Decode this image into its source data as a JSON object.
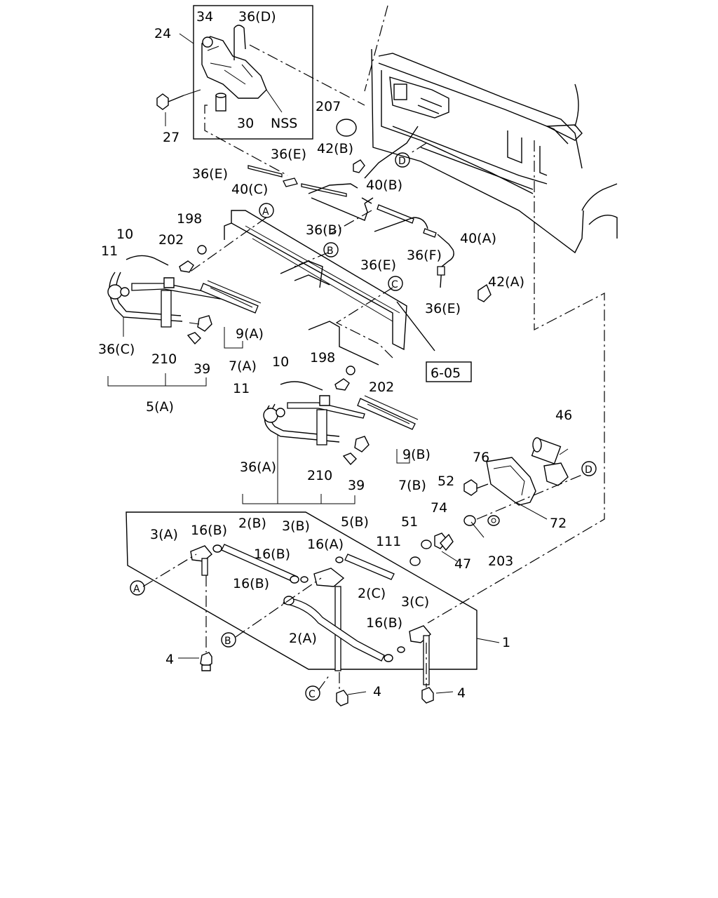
{
  "callouts": {
    "c24": "24",
    "c34": "34",
    "c36d": "36(D)",
    "c27": "27",
    "c30": "30",
    "cnss": "NSS",
    "c207": "207",
    "c36e1": "36(E)",
    "c42b": "42(B)",
    "c36e2": "36(E)",
    "c40c": "40(C)",
    "c40b": "40(B)",
    "cd1": "D",
    "c198a": "198",
    "ca1": "A",
    "c10a": "10",
    "c202a": "202",
    "c11a": "11",
    "c36b": "36(B)",
    "cb1": "B",
    "c36e3": "36(E)",
    "c36f": "36(F)",
    "c40a": "40(A)",
    "c42a": "42(A)",
    "cc1": "C",
    "c36e4": "36(E)",
    "c36c": "36(C)",
    "c9a": "9(A)",
    "c210a": "210",
    "c39a": "39",
    "c7a": "7(A)",
    "c5a": "5(A)",
    "c605": "6-05",
    "c198b": "198",
    "c10b": "10",
    "c202b": "202",
    "c11b": "11",
    "c46": "46",
    "cd2": "D",
    "c9b": "9(B)",
    "c36a": "36(A)",
    "c76": "76",
    "c52": "52",
    "c210b": "210",
    "c7b": "7(B)",
    "c39b": "39",
    "c74": "74",
    "c72": "72",
    "c5b": "5(B)",
    "c51": "51",
    "c3a": "3(A)",
    "c16b1": "16(B)",
    "c2b": "2(B)",
    "c3b": "3(B)",
    "c16a": "16(A)",
    "c111": "111",
    "c47": "47",
    "c203": "203",
    "c16b2": "16(B)",
    "c2c": "2(C)",
    "c3c": "3(C)",
    "ca2": "A",
    "c16b3": "16(B)",
    "c16b4": "16(B)",
    "c2a": "2(A)",
    "c1": "1",
    "cb2": "B",
    "c4a": "4",
    "cc2": "C",
    "c4b": "4",
    "c4c": "4"
  }
}
